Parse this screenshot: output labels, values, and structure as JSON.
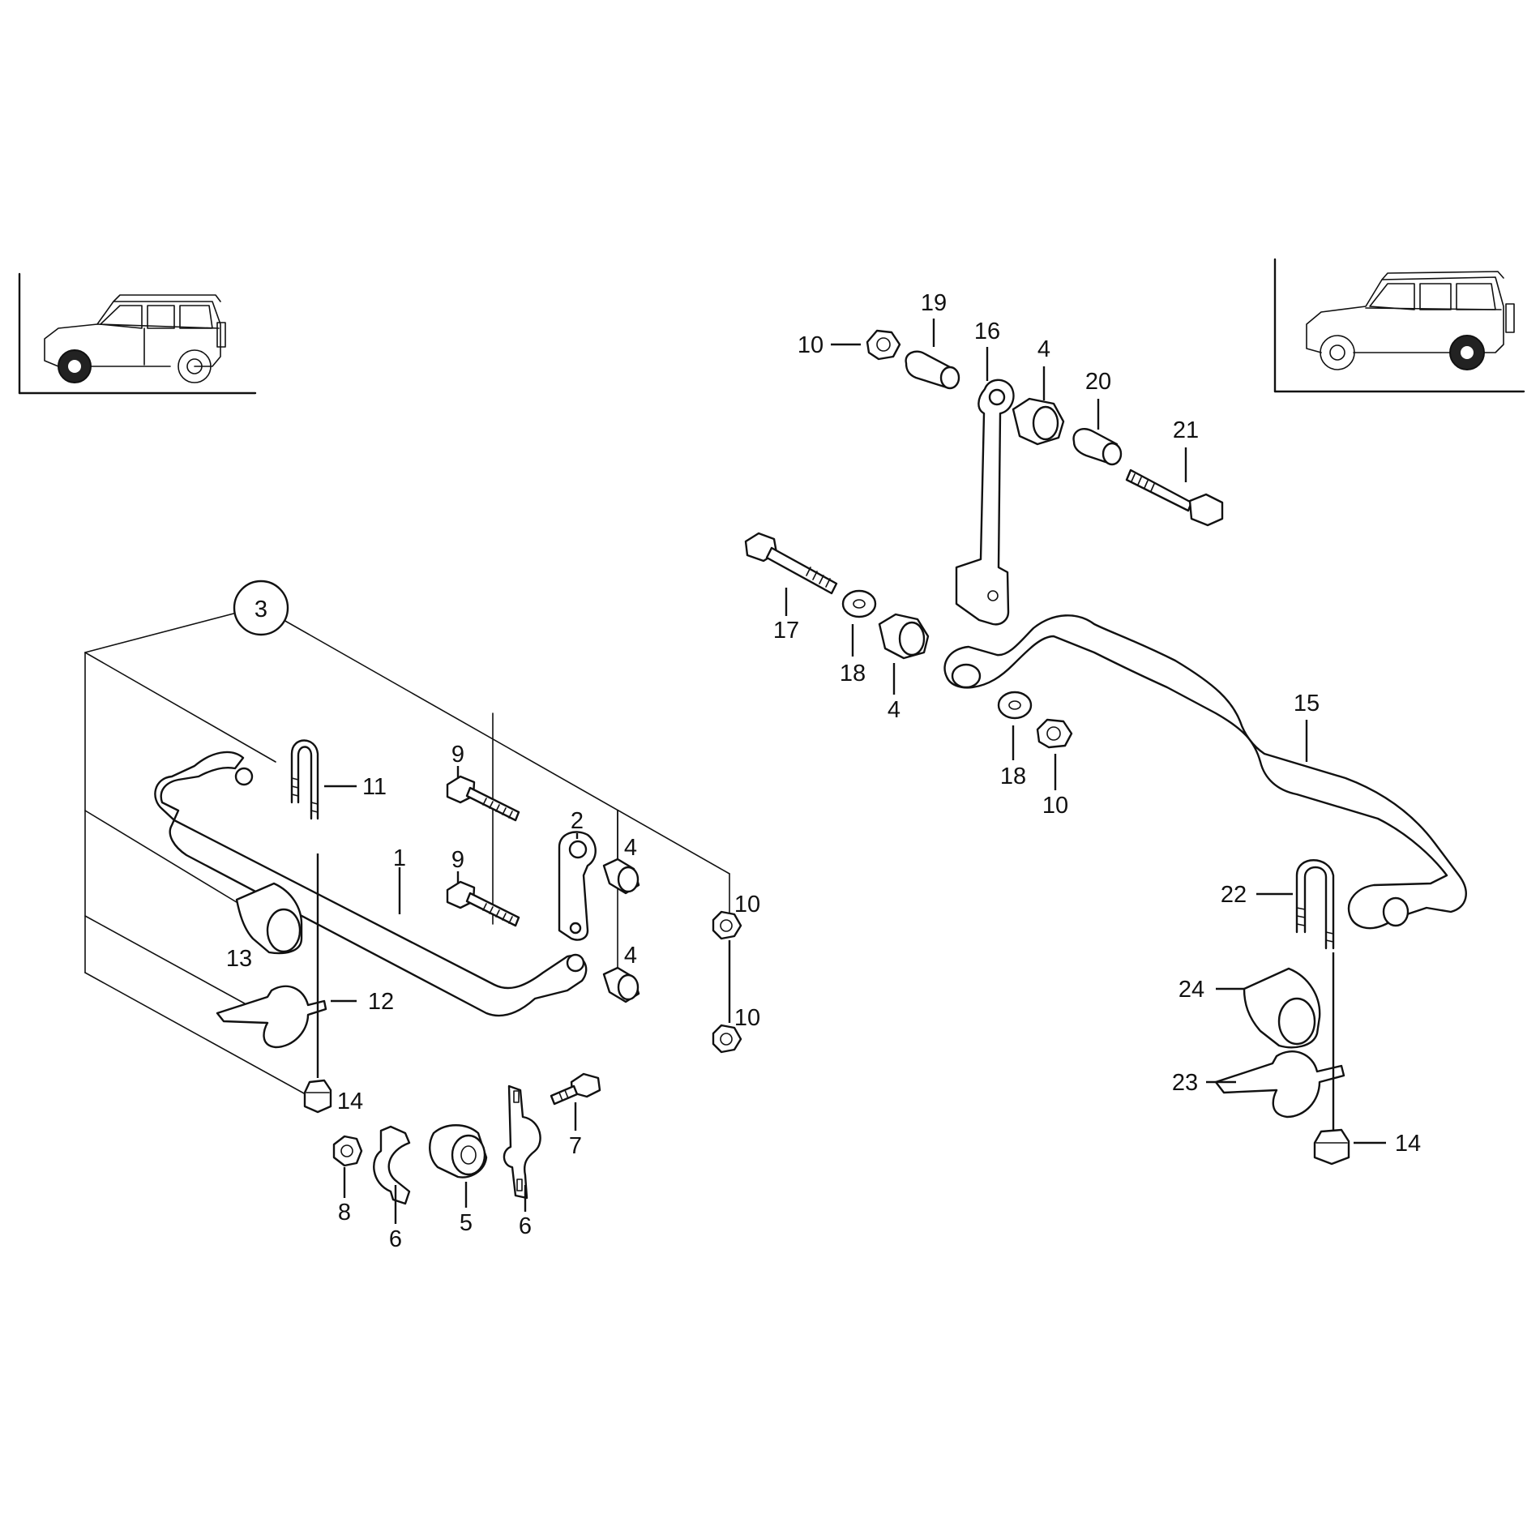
{
  "diagram": {
    "callouts": {
      "c1": "1",
      "c2": "2",
      "c3": "3",
      "c4a": "4",
      "c4b": "4",
      "c4c": "4",
      "c4d": "4",
      "c5": "5",
      "c6a": "6",
      "c6b": "6",
      "c7": "7",
      "c8": "8",
      "c9a": "9",
      "c9b": "9",
      "c10a": "10",
      "c10b": "10",
      "c10c": "10",
      "c10d": "10",
      "c11": "11",
      "c12": "12",
      "c13": "13",
      "c14a": "14",
      "c14b": "14",
      "c15": "15",
      "c16": "16",
      "c17": "17",
      "c18a": "18",
      "c18b": "18",
      "c19": "19",
      "c20": "20",
      "c21": "21",
      "c22": "22",
      "c23": "23",
      "c24": "24"
    },
    "thumbnails": {
      "front": "front-axle-highlighted-vehicle",
      "rear": "rear-axle-highlighted-vehicle"
    }
  }
}
